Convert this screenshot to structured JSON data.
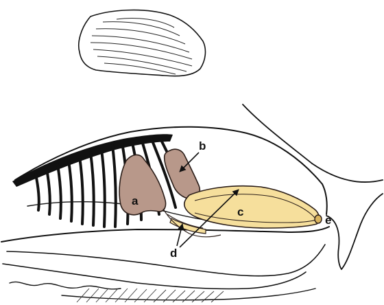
{
  "labels": {
    "a": "a",
    "b": "b",
    "c": "c",
    "d": "d",
    "e": "e"
  },
  "colors": {
    "gland": "#b8988a",
    "gland_stroke": "#2a1d18",
    "duct": "#f6df9c",
    "duct_inner": "#fbecbc",
    "duct_tip": "#d9b35e",
    "line": "#111111",
    "background": "#ffffff"
  }
}
